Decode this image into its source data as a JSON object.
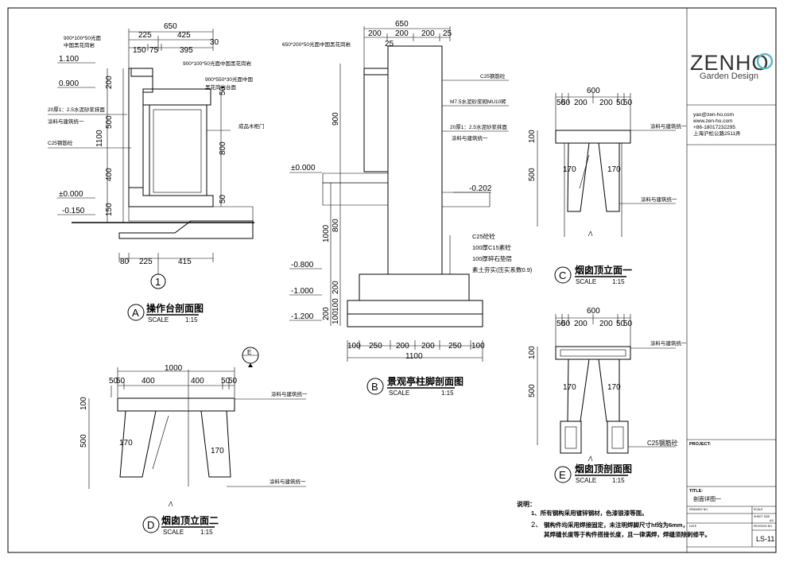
{
  "brand": {
    "logo": "ZENHO",
    "subtitle": "Garden Design",
    "accent": "#5bb8c9"
  },
  "contact": {
    "email": "yao@zen-ho.com",
    "web": "www.zen-ho.com",
    "phone": "+86-18017232295",
    "address": "上海沪松公路2511弄"
  },
  "titleblock": {
    "project_label": "PROJECT:",
    "title_label": "TITLE:",
    "title": "剖面详图一",
    "drawing_no_label": "DRAWING NO.",
    "scale_label": "SCALE",
    "sheet_label": "SHEET SIZE",
    "sheet_size": "A3",
    "date_label": "DATE",
    "revision_label": "REVISION NO.",
    "sheet_no": "LS-11"
  },
  "notes": {
    "heading": "说明：",
    "item1": "1、所有钢构采用镀锌钢材，色漆银漆等面。",
    "item2_num": "2、",
    "item2": "钢构件均采用焊接固定，未注明焊脚尺寸hf均为6mm，",
    "item2_cont": "其焊缝长度等于构件搭接长度，且一律满焊，焊缝须除刺修平。"
  },
  "details": {
    "A": {
      "letter": "A",
      "title": "操作台剖面图",
      "scale_label": "SCALE",
      "scale": "1:15",
      "marker": "1",
      "dims": {
        "top_total": "650",
        "top_a": "225",
        "top_b": "425",
        "top_c": "30",
        "top_d": "150",
        "top_e": "75",
        "top_f": "395",
        "v_a": "200",
        "v_b": "500",
        "v_c": "1100",
        "v_d": "400",
        "v_e": "150",
        "v_f": "800",
        "v_g": "50",
        "v_h": "50",
        "bot_a": "80",
        "bot_b": "225",
        "bot_c": "415"
      },
      "levels": {
        "l1": "1.100",
        "l2": "0.900",
        "l3": "±0.000",
        "l4": "-0.150"
      },
      "labels": {
        "a": "900*100*50光面",
        "a2": "中国黑花岗岩",
        "b": "900*100*50光面中国黑花岗岩",
        "c": "900*550*30光面中国",
        "c2": "黑花岗岩台面",
        "d": "20厚1：2.5水泥砂浆抹面",
        "d2": "涂料与建筑统一",
        "e": "C25钢筋砼",
        "f": "成品木柜门"
      }
    },
    "B": {
      "letter": "B",
      "title": "景观亭柱脚剖面图",
      "scale_label": "SCALE",
      "scale": "1:15",
      "dims": {
        "top_total": "650",
        "top_a": "200",
        "top_b": "200",
        "top_c": "200",
        "top_d": "25",
        "top_e": "25",
        "v_a": "900",
        "v_b": "1000",
        "v_c": "800",
        "v_d": "200",
        "v_e": "200",
        "v_f": "100",
        "v_g": "100",
        "bot_a": "100",
        "bot_b": "250",
        "bot_c": "200",
        "bot_d": "200",
        "bot_e": "250",
        "bot_f": "100",
        "bot_total": "1100"
      },
      "levels": {
        "l1": "±0.000",
        "l2": "-0.202",
        "l3": "-0.800",
        "l4": "-1.000",
        "l5": "-1.200"
      },
      "labels": {
        "a": "650*200*50光面中国黑花岗岩",
        "b": "C25钢筋砼",
        "c": "M7.5水泥砂浆砌MU10砖",
        "d": "20厚1：2.5水泥砂浆抹面",
        "d2": "涂料与建筑统一",
        "e": "C25砼砼",
        "f": "100厚C15素砼",
        "g": "100厚碎石垫层",
        "h": "素土夯实(压实系数0.9)"
      }
    },
    "C": {
      "letter": "C",
      "title": "烟囱顶立面一",
      "scale_label": "SCALE",
      "scale": "1:15",
      "dims": {
        "top_total": "600",
        "a": "50",
        "b": "50",
        "c": "200",
        "d": "200",
        "e": "50",
        "f": "50",
        "v_a": "100",
        "v_b": "500",
        "w1": "170",
        "w2": "170"
      },
      "labels": {
        "a": "涂料与建筑统一",
        "b": "涂料与建筑统一"
      }
    },
    "D": {
      "letter": "D",
      "title": "烟囱顶立面二",
      "scale_label": "SCALE",
      "scale": "1:15",
      "dims": {
        "top_total": "1000",
        "a": "50",
        "b": "50",
        "c": "400",
        "d": "400",
        "e": "50",
        "f": "50",
        "v_a": "100",
        "v_b": "500",
        "w1": "170",
        "w2": "170"
      },
      "labels": {
        "a": "涂料与建筑统一",
        "b": "涂料与建筑统一"
      }
    },
    "E": {
      "letter": "E",
      "title": "烟囱顶剖面图",
      "scale_label": "SCALE",
      "scale": "1:15",
      "section_mark": "E",
      "dims": {
        "top_total": "600",
        "a": "50",
        "b": "50",
        "c": "200",
        "d": "200",
        "e": "50",
        "f": "50",
        "v_a": "100",
        "v_b": "500",
        "w1": "170",
        "w2": "170"
      },
      "labels": {
        "a": "涂料与建筑统一",
        "b": "C25钢筋砼"
      }
    }
  }
}
